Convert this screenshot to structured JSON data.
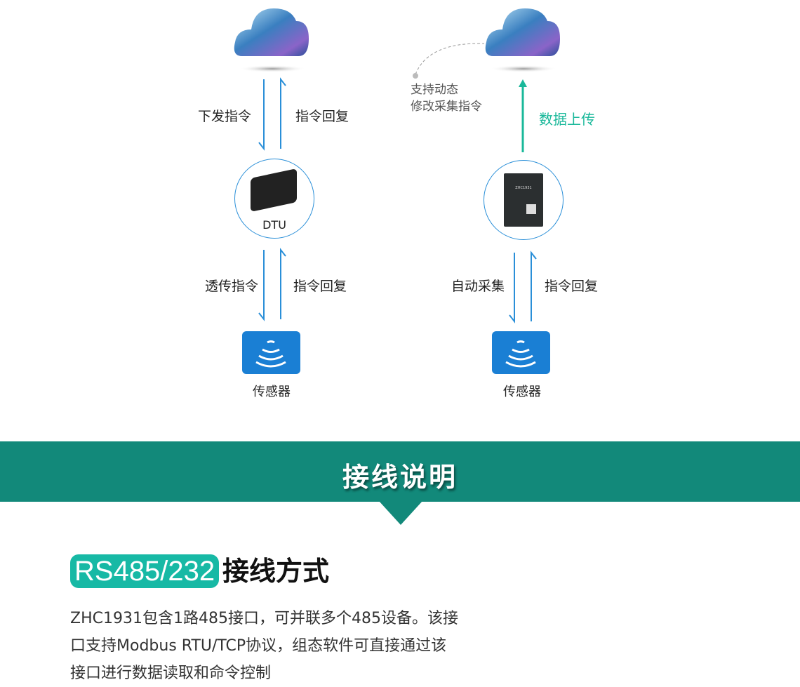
{
  "left_flow": {
    "down_label_top": "下发指令",
    "up_label_top": "指令回复",
    "device_label": "DTU",
    "down_label_bottom": "透传指令",
    "up_label_bottom": "指令回复",
    "sensor_label": "传感器"
  },
  "right_flow": {
    "annotation_line1": "支持动态",
    "annotation_line2": "修改采集指令",
    "upload_label": "数据上传",
    "down_label_bottom": "自动采集",
    "up_label_bottom": "指令回复",
    "sensor_label": "传感器",
    "device_model_text": "ZHC1931"
  },
  "banner": {
    "title": "接线说明"
  },
  "section": {
    "badge": "RS485/232",
    "title": "接线方式",
    "paragraph_lines": [
      "ZHC1931包含1路485接口，可并联多个485设备。该接",
      "口支持Modbus RTU/TCP协议，组态软件可直接通过该",
      "接口进行数据读取和命令控制"
    ]
  },
  "colors": {
    "teal": "#12897a",
    "badge": "#17b9a5",
    "upload": "#19b89a",
    "sensor": "#1a7fd4",
    "circle": "#2a8fd8"
  }
}
